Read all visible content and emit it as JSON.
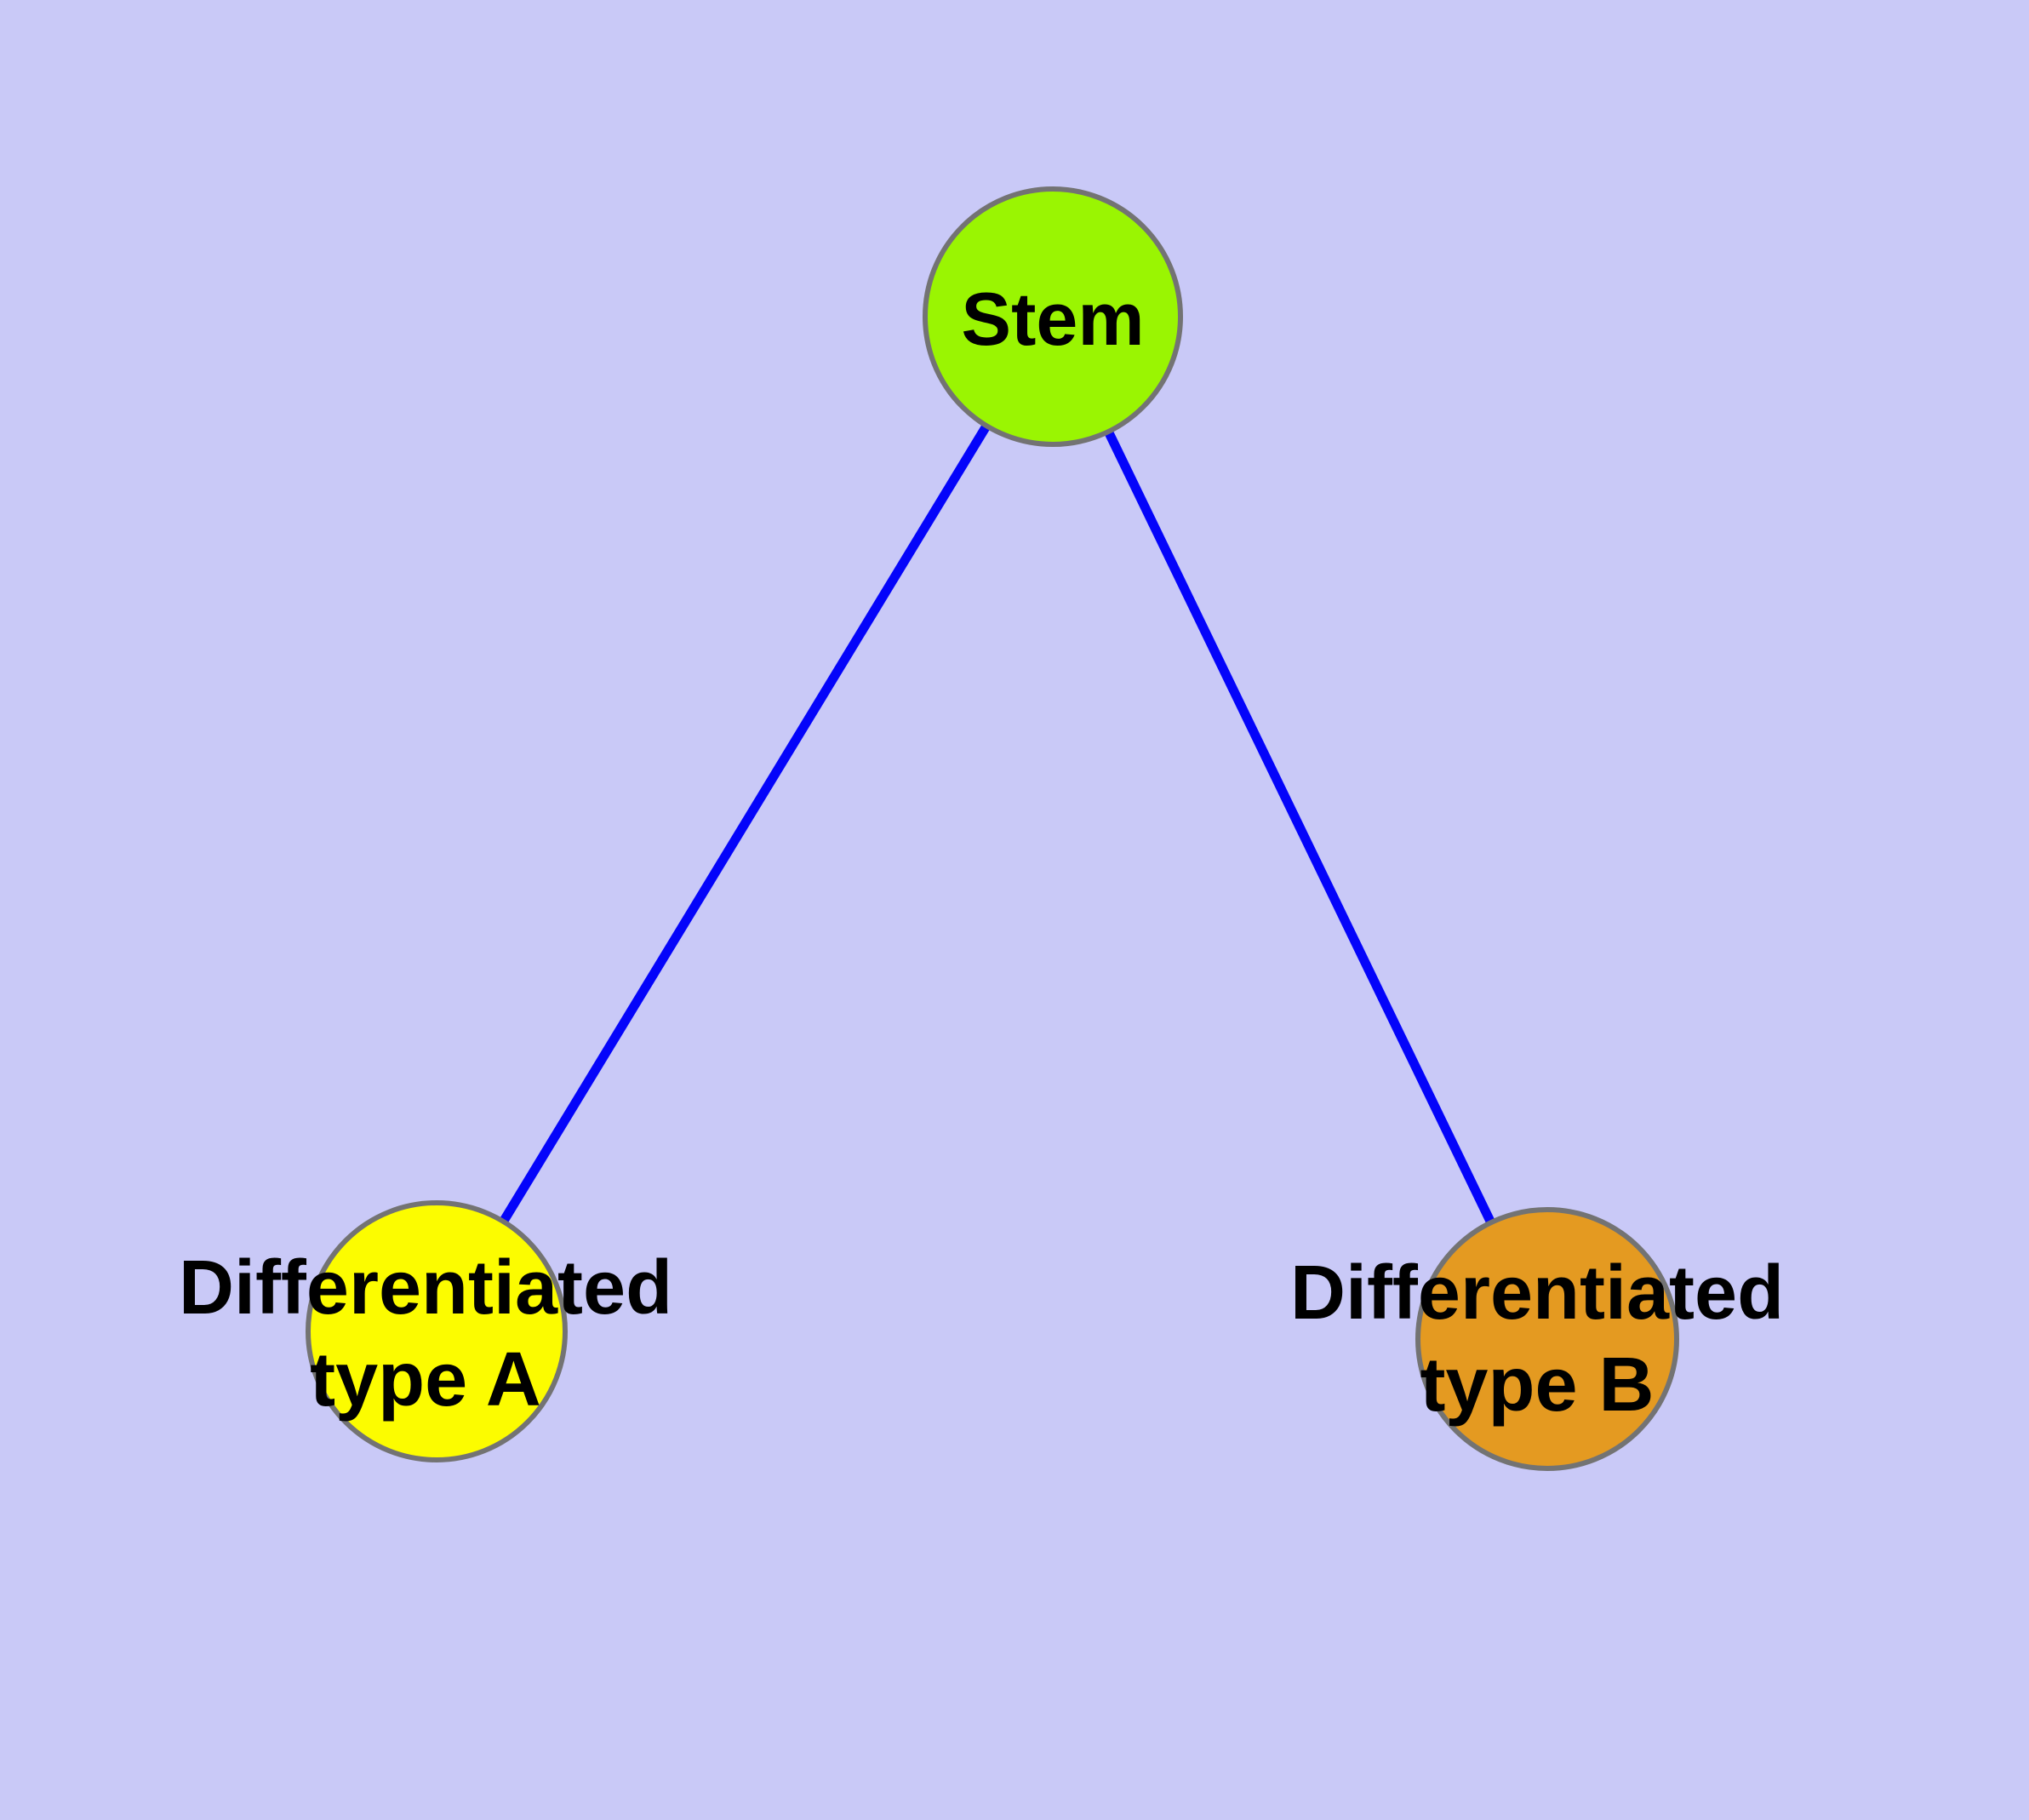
{
  "colors": {
    "background": "#c9c9f7",
    "edge": "#0404fa",
    "node_border": "#737373",
    "label_text": "#000000",
    "stem_fill": "#9af502",
    "type_a_fill": "#fcfc00",
    "type_b_fill": "#e49a21"
  },
  "nodes": [
    {
      "id": "stem",
      "label": "Stem",
      "color": "#9af502"
    },
    {
      "id": "type-a",
      "label": "Differentiated\ntype A",
      "color": "#fcfc00"
    },
    {
      "id": "type-b",
      "label": "Differentiated\ntype B",
      "color": "#e49a21"
    }
  ],
  "edges": [
    {
      "from": "Stem",
      "to": "Differentiated type A"
    },
    {
      "from": "Stem",
      "to": "Differentiated type B"
    }
  ]
}
